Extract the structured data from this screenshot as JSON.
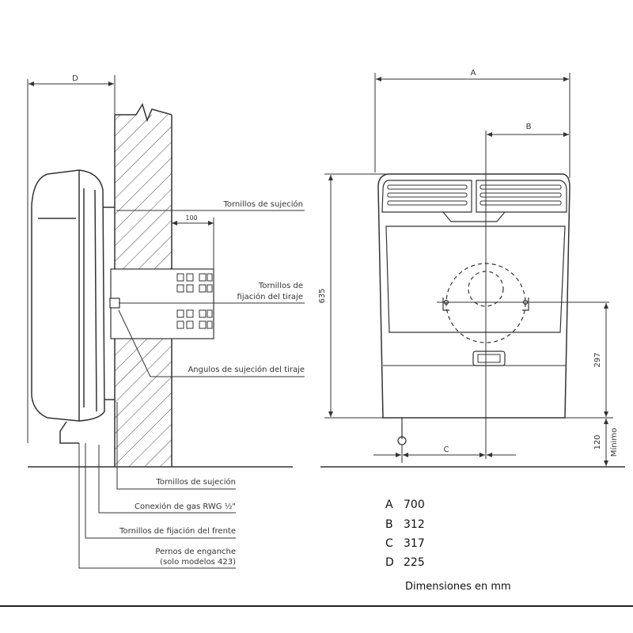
{
  "side_view": {
    "dimension_d": "D",
    "dimension_100": "100",
    "callouts": [
      "Tornillos de sujeción",
      "Tornillos de",
      "fijación del tiraje",
      "Angulos de sujeción del tiraje"
    ],
    "bottom_callouts": [
      "Tornillos de sujeción",
      "Conexión de gas RWG ½\"",
      "Tornillos de fijación del frente",
      "Pernos de enganche",
      "(solo modelos 423)"
    ]
  },
  "front_view": {
    "dimension_a": "A",
    "dimension_b": "B",
    "dimension_c": "C",
    "height_635": "635",
    "height_297": "297",
    "height_120": "120",
    "minimo": "Mínimo"
  },
  "legend": {
    "items": [
      {
        "letter": "A",
        "value": "700"
      },
      {
        "letter": "B",
        "value": "312"
      },
      {
        "letter": "C",
        "value": "317"
      },
      {
        "letter": "D",
        "value": "225"
      }
    ],
    "note": "Dimensiones en mm"
  }
}
